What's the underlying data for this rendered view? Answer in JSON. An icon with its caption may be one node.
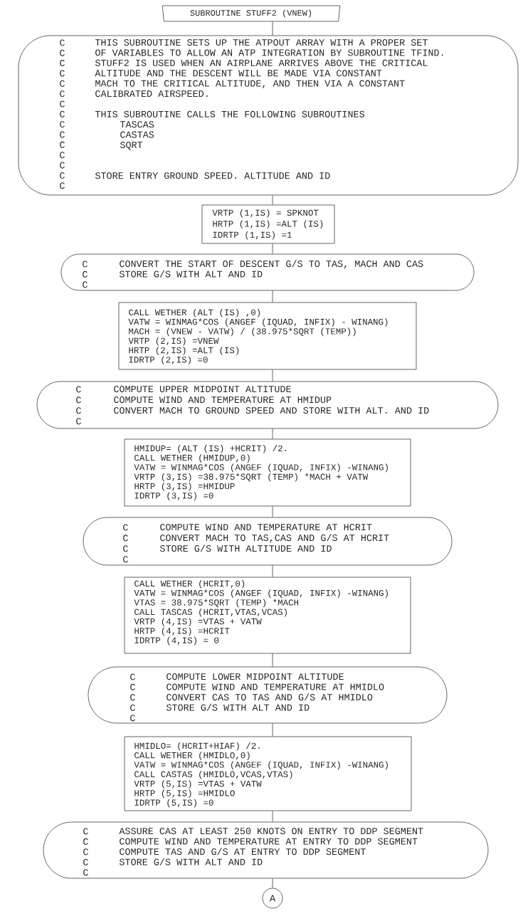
{
  "diagram": {
    "nodes": [
      {
        "text": [
          "SUBROUTINE STUFF2 (VNEW)"
        ]
      },
      {
        "text": [
          "C C C C C C C C C C C C C C C",
          "THIS SUBROUTINE SETS UP THE ATPOUT ARRAY WITH A PROPER SET",
          "OF VARIABLES TO ALLOW AN ATP INTEGRATION BY SUBROUTINE TFIND.",
          "STUFF2 IS USED WHEN AN AIRPLANE ARRIVES ABOVE THE CRITICAL",
          "ALTITUDE AND THE DESCENT WILL BE MADE VIA CONSTANT",
          "MACH TO THE CRITICAL ALTITUDE, AND THEN VIA A CONSTANT",
          "CALIBRATED AIRSPEED.",
          "THIS SUBROUTINE CALLS THE FOLLOWING SUBROUTINES",
          "TASCAS",
          "CASTAS",
          "SQRT",
          "STORE ENTRY GROUND SPEED.  ALTITUDE AND ID"
        ]
      },
      {
        "text": [
          "VRTP (1,IS) = SPKNOT",
          "HRTP (1,IS) =ALT (IS)",
          "IDRTP (1,IS) =1"
        ]
      },
      {
        "text": [
          "C C C",
          "CONVERT THE START OF DESCENT G/S TO TAS, MACH AND CAS",
          "STORE G/S WITH ALT AND ID"
        ]
      },
      {
        "text": [
          "CALL WETHER (ALT (IS) ,0)",
          "VATW = WINMAG*COS (ANGEF (IQUAD, INFIX) - WINANG)",
          "MACH = (VNEW - VATW) / (38.975*SQRT (TEMP))",
          "VRTP (2,IS) =VNEW",
          "HRTP (2,IS) =ALT (IS)",
          "IDRTP (2,IS) =0"
        ]
      },
      {
        "text": [
          "C C C C",
          "COMPUTE UPPER MIDPOINT ALTITUDE",
          "COMPUTE WIND AND TEMPERATURE AT HMIDUP",
          "CONVERT MACH TO GROUND SPEED AND STORE WITH ALT. AND ID"
        ]
      },
      {
        "text": [
          "HMIDUP= (ALT (IS) +HCRIT) /2.",
          "CALL WETHER (HMIDUP,0)",
          "VATW = WINMAG*COS (ANGEF (IQUAD, INFIX) -WINANG)",
          "VRTP (3,IS) =38.975*SQRT (TEMP) *MACH + VATW",
          "HRTP (3,IS) =HMIDUP",
          "IDRTP (3,IS) =0"
        ]
      },
      {
        "text": [
          "C C C C",
          "COMPUTE WIND AND TEMPERATURE AT HCRIT",
          "CONVERT MACH TO TAS,CAS AND G/S AT HCRIT",
          "STORE G/S WITH ALTITUDE AND ID"
        ]
      },
      {
        "text": [
          "CALL WETHER (HCRIT,0)",
          "VATW = WINMAG*COS (ANGEF (IQUAD, INFIX) -WINANG)",
          "VTAS = 38.975*SQRT (TEMP) *MACH",
          "CALL TASCAS (HCRIT,VTAS,VCAS)",
          "VRTP (4,IS) =VTAS + VATW",
          "HRTP (4,IS) =HCRIT",
          "IDRTP (4,IS) = 0"
        ]
      },
      {
        "text": [
          "C C C C C",
          "COMPUTE LOWER MIDPOINT ALTITUDE",
          "COMPUTE WIND AND TEMPERATURE AT HMIDLO",
          "CONVERT CAS TO TAS AND G/S AT HMIDLO",
          "STORE G/S WITH ALT AND ID"
        ]
      },
      {
        "text": [
          "HMIDLO= (HCRIT+HIAF) /2.",
          "CALL WETHER (HMIDLO,0)",
          "VATW = WINMAG*COS (ANGEF (IQUAD, INFIX) -WINANG)",
          "CALL CASTAS (HMIDLO,VCAS,VTAS)",
          "VRTP (5,IS) =VTAS + VATW",
          "HRTP (5,IS) =HMIDLO",
          "IDRTP (5,IS) =0"
        ]
      },
      {
        "text": [
          "C C C C C",
          "ASSURE CAS AT LEAST 250 KNOTS ON ENTRY TO DDP SEGMENT",
          "COMPUTE WIND AND TEMPERATURE AT ENTRY TO DDP SEGMENT",
          "COMPUTE TAS AND G/S AT ENTRY TO DDP SEGMENT",
          "STORE G/S WITH ALT AND ID"
        ]
      },
      {
        "text": [
          "A"
        ]
      }
    ],
    "edges": [
      {
        "from": 0,
        "to": 1,
        "arrow": "none"
      },
      {
        "from": 1,
        "to": 2,
        "arrow": "none"
      },
      {
        "from": 2,
        "to": 3,
        "arrow": "none"
      },
      {
        "from": 3,
        "to": 4,
        "arrow": "none"
      },
      {
        "from": 4,
        "to": 5,
        "arrow": "none"
      },
      {
        "from": 5,
        "to": 6,
        "arrow": "none"
      },
      {
        "from": 6,
        "to": 7,
        "arrow": "none"
      },
      {
        "from": 7,
        "to": 8,
        "arrow": "none"
      },
      {
        "from": 8,
        "to": 9,
        "arrow": "none"
      },
      {
        "from": 9,
        "to": 10,
        "arrow": "none"
      },
      {
        "from": 10,
        "to": 11,
        "arrow": "none"
      },
      {
        "from": 11,
        "to": 12,
        "arrow": "none"
      }
    ]
  }
}
